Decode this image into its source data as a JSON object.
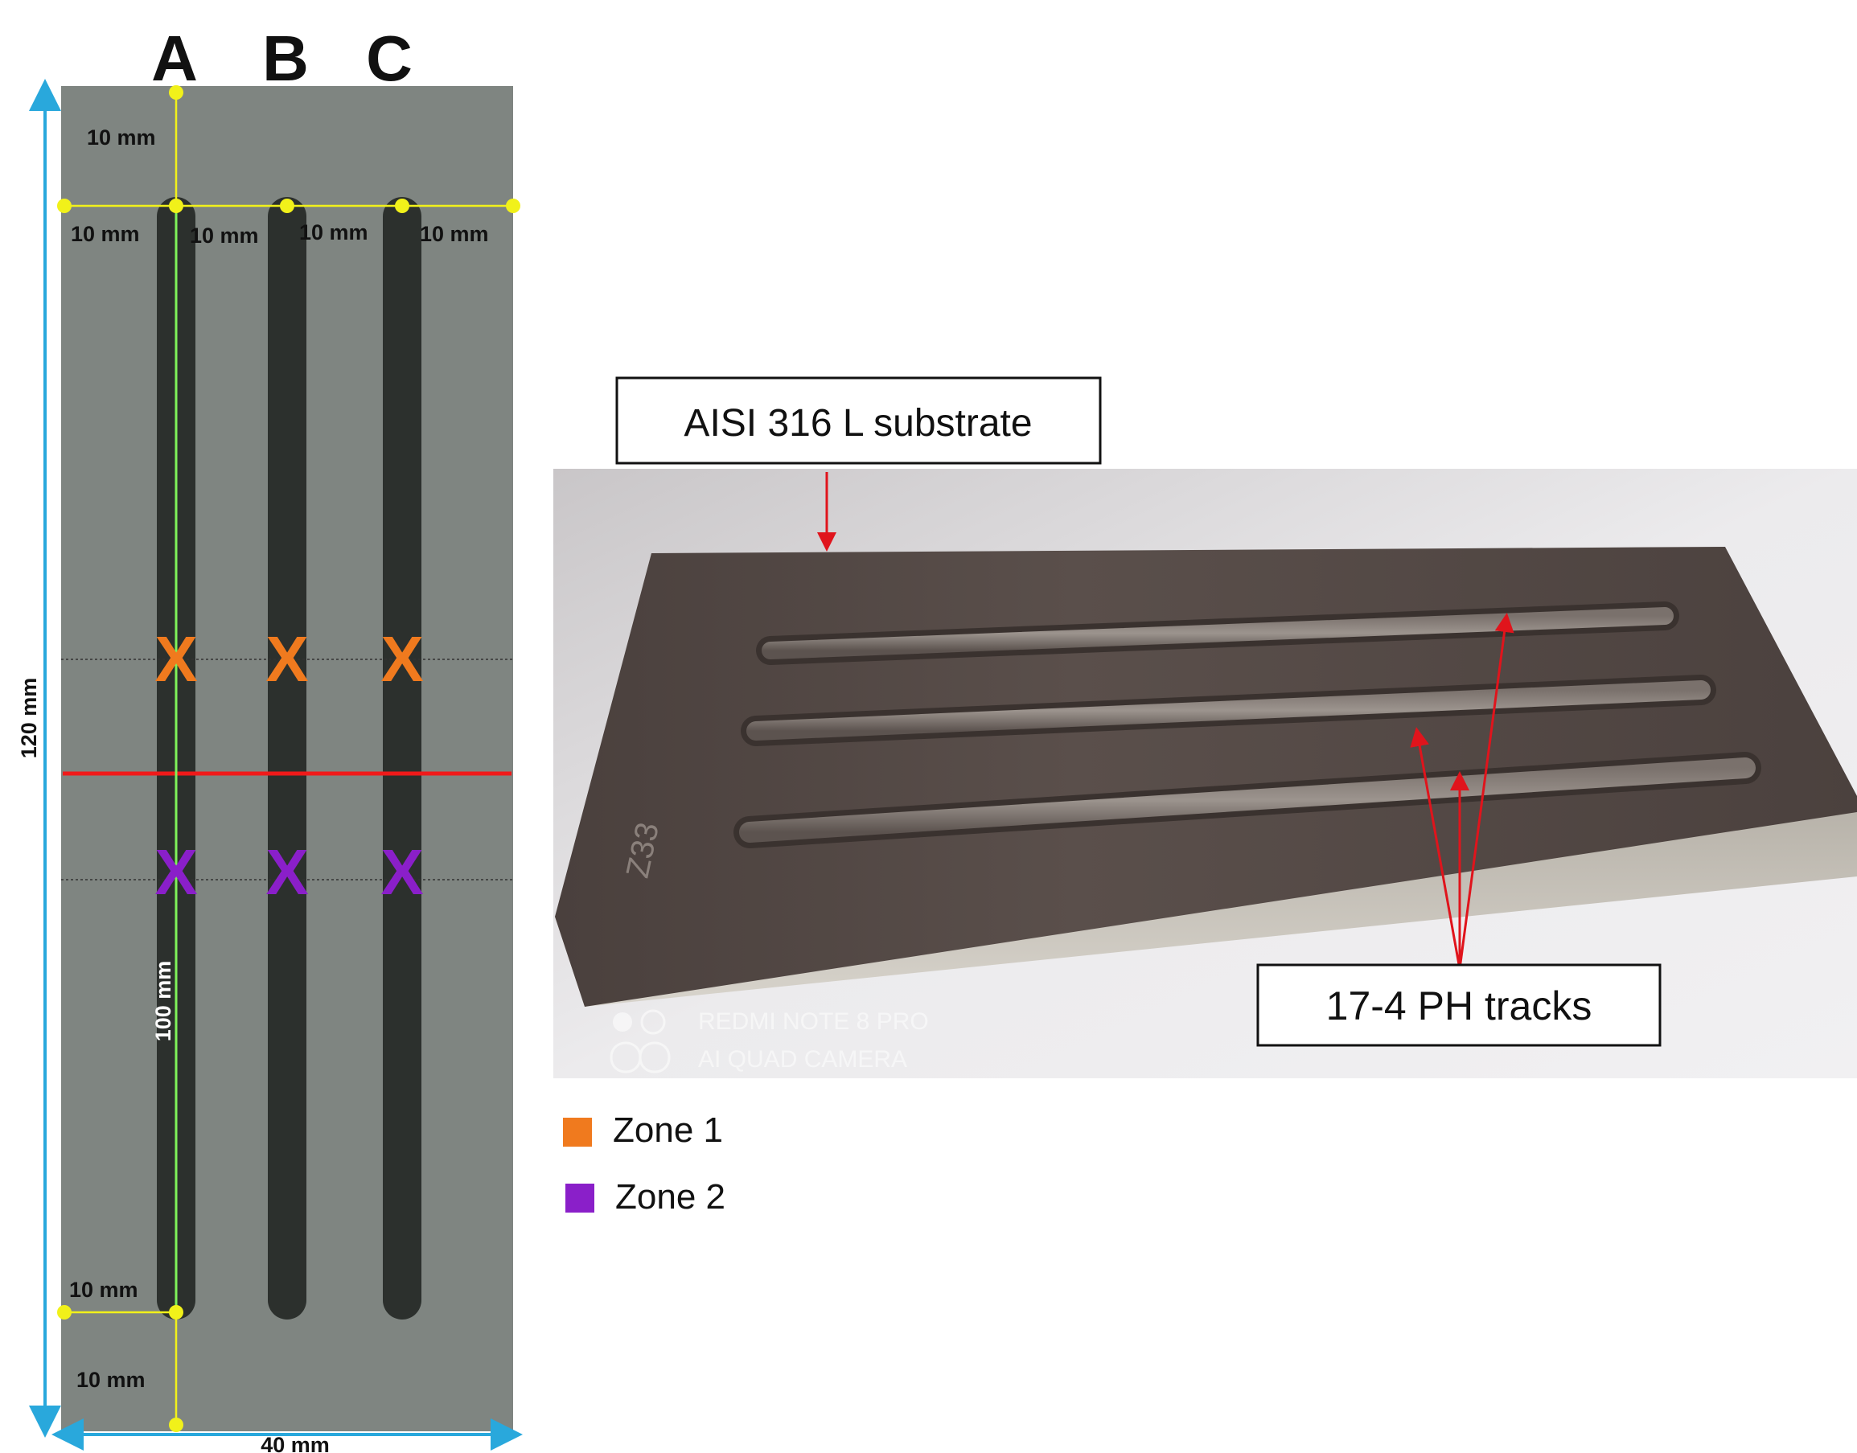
{
  "schematic": {
    "columns": [
      {
        "label": "A"
      },
      {
        "label": "B"
      },
      {
        "label": "C"
      }
    ],
    "dimensions": {
      "top_margin": "10 mm",
      "spacing_1": "10 mm",
      "spacing_2": "10 mm",
      "spacing_3": "10 mm",
      "spacing_4": "10 mm",
      "track_length": "100 mm",
      "bottom_track_gap": "10 mm",
      "bottom_margin": "10 mm",
      "height": "120 mm",
      "width": "40 mm"
    },
    "zone_marker": "X"
  },
  "photo": {
    "substrate_label": "AISI 316 L substrate",
    "tracks_label": "17-4 PH tracks",
    "engraving": "Z33",
    "watermark_line1": "REDMI NOTE 8 PRO",
    "watermark_line2": "AI QUAD CAMERA"
  },
  "legend": [
    {
      "label": "Zone 1",
      "color": "#f07a1e"
    },
    {
      "label": "Zone 2",
      "color": "#8a1fc9"
    }
  ],
  "colors": {
    "plate": "#7f8581",
    "track": "#2c302d",
    "dimension_cyan": "#29a8dc",
    "guide_yellow": "#f1f11a",
    "center_green": "#7ff25a",
    "cut_line_red": "#ef1a1a",
    "arrow_red": "#e0141c"
  }
}
